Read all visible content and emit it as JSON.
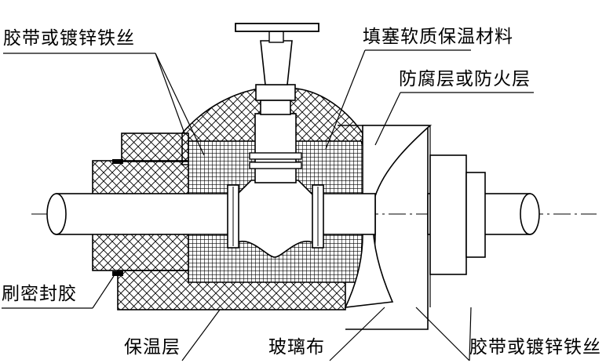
{
  "labels": {
    "top_left": "胶带或镀锌铁丝",
    "top_right": "填塞软质保温材料",
    "right": "防腐层或防火层",
    "left": "刷密封胶",
    "bottom_1": "保温层",
    "bottom_2": "玻璃布",
    "bottom_3": "胶带或镀锌铁丝"
  }
}
